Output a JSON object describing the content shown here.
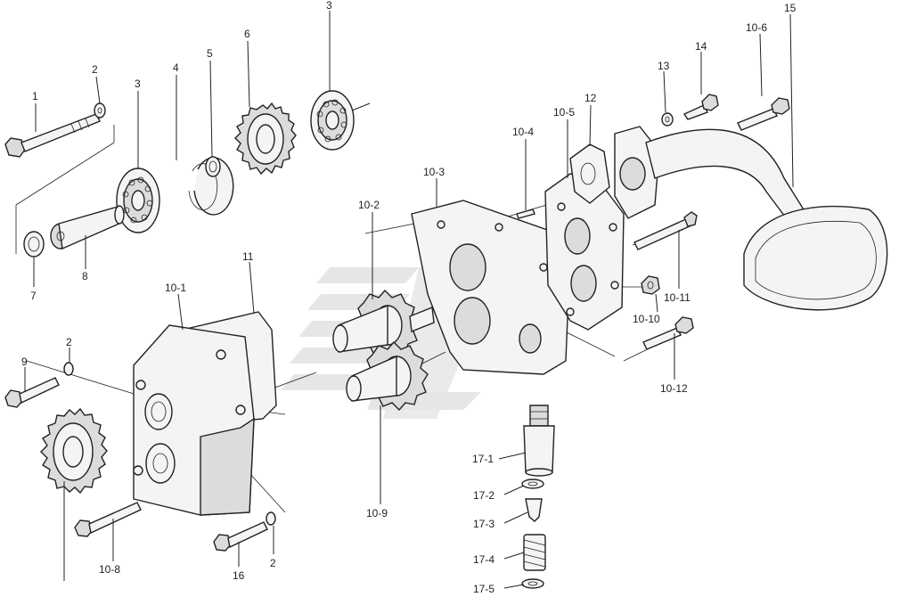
{
  "labels": {
    "l1": "1",
    "l2a": "2",
    "l3a": "3",
    "l3b": "3",
    "l4": "4",
    "l5": "5",
    "l6": "6",
    "l7": "7",
    "l8": "8",
    "l9": "9",
    "l2b": "2",
    "l2c": "2",
    "l10_1": "10-1",
    "l10_2": "10-2",
    "l10_3": "10-3",
    "l10_4": "10-4",
    "l10_5": "10-5",
    "l10_6": "10-6",
    "l10_8": "10-8",
    "l10_9": "10-9",
    "l10_10": "10-10",
    "l10_11": "10-11",
    "l10_12": "10-12",
    "l11": "11",
    "l12": "12",
    "l13": "13",
    "l14": "14",
    "l15": "15",
    "l16": "16",
    "l17_1": "17-1",
    "l17_2": "17-2",
    "l17_3": "17-3",
    "l17_4": "17-4",
    "l17_5": "17-5"
  }
}
